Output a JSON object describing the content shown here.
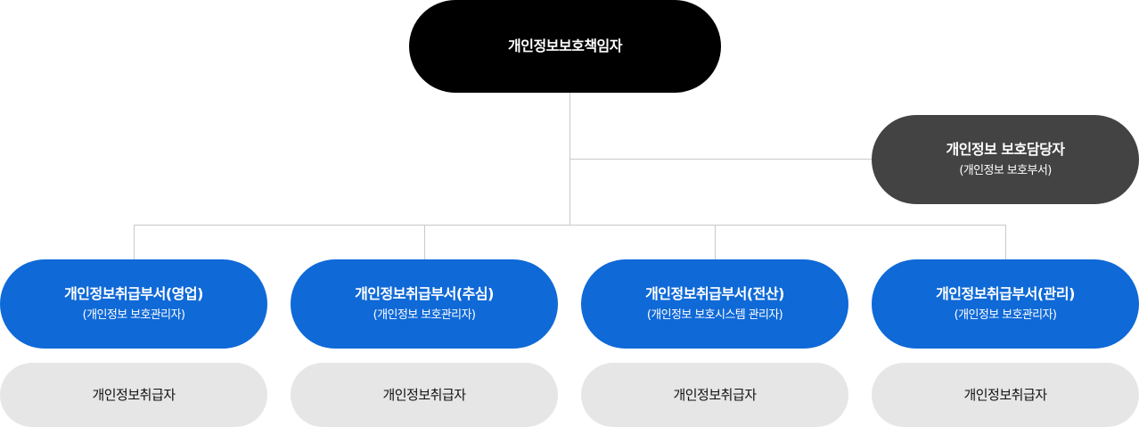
{
  "chief": {
    "title": "개인정보보호책임자"
  },
  "officer": {
    "title": "개인정보 보호담당자",
    "subtitle": "(개인정보 보호부서)"
  },
  "departments": [
    {
      "title": "개인정보취급부서(영업)",
      "subtitle": "(개인정보 보호관리자)",
      "handler": "개인정보취급자"
    },
    {
      "title": "개인정보취급부서(추심)",
      "subtitle": "(개인정보 보호관리자)",
      "handler": "개인정보취급자"
    },
    {
      "title": "개인정보취급부서(전산)",
      "subtitle": "(개인정보 보호시스템 관리자)",
      "handler": "개인정보취급자"
    },
    {
      "title": "개인정보취급부서(관리)",
      "subtitle": "(개인정보 보호관리자)",
      "handler": "개인정보취급자"
    }
  ],
  "colors": {
    "chief_bg": "#000000",
    "officer_bg": "#434343",
    "department_bg": "#0f69d7",
    "handler_bg": "#e6e6e6",
    "connector": "#c9c9c9"
  }
}
